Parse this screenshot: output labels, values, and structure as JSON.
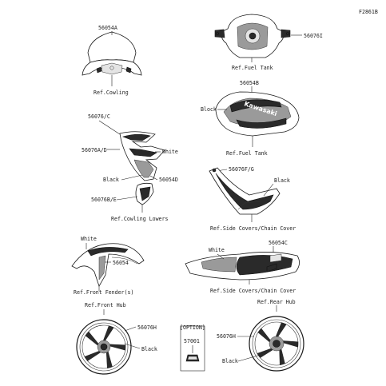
{
  "figure_code": "F2861B",
  "labels": {
    "windshield_part": "56054A",
    "ref_cowling": "Ref.Cowling",
    "tank_part": "56076I",
    "ref_fuel_tank_1": "Ref.Fuel Tank",
    "tank_side_part": "56054B",
    "tank_black": "Block",
    "ref_fuel_tank_2": "Ref.Fuel Tank",
    "cowl_part_c": "56076/C",
    "cowl_part_ad": "56076A/D",
    "cowl_white": "White",
    "cowl_black": "Black",
    "cowl_part_d": "56054D",
    "cowl_part_be": "56076B/E",
    "ref_cowling_lowers": "Ref.Cowling Lowers",
    "side_part_fg": "56076F/G",
    "side_black": "Black",
    "ref_side_covers_1": "Ref.Side Covers/Chain Cover",
    "fender_white": "White",
    "fender_part": "56054",
    "ref_front_fender": "Ref.Front Fender(s)",
    "rear_part": "56054C",
    "rear_white": "White",
    "ref_side_covers_2": "Ref.Side Covers/Chain Cover",
    "ref_front_hub": "Ref.Front Hub",
    "front_wheel_part": "56076H",
    "front_wheel_black": "Black",
    "option_title": "[OPTION]",
    "option_part": "57001",
    "ref_rear_hub": "Ref.Rear Hub",
    "rear_wheel_part": "56076H",
    "rear_wheel_black": "Black"
  },
  "brand_mark": "Kawasaki"
}
